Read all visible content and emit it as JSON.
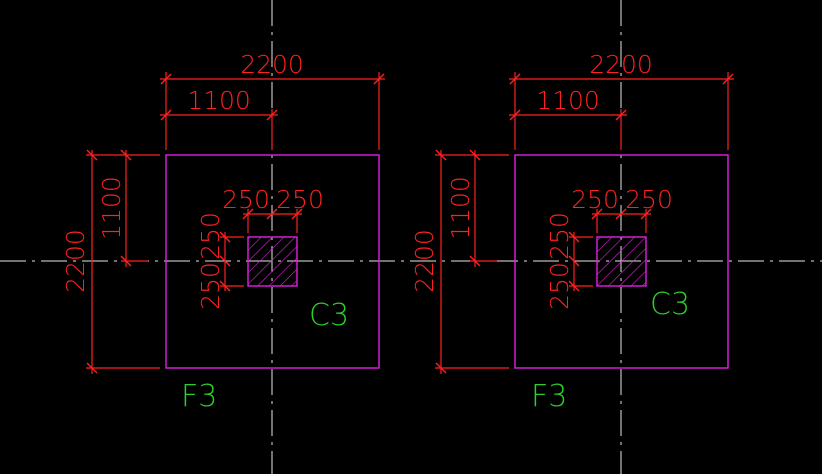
{
  "colors": {
    "background": "#000000",
    "dimension": "#ff2020",
    "outline": "#e020e0",
    "label": "#2bd02b",
    "axis": "#e6e6e6"
  },
  "footings": [
    {
      "footing_label": "F3",
      "column_label": "C3",
      "dim_total_width": "2200",
      "dim_half_width": "1100",
      "dim_total_height": "2200",
      "dim_half_height": "1100",
      "dim_col_left": "250",
      "dim_col_right": "250",
      "dim_col_top": "250",
      "dim_col_bottom": "250"
    },
    {
      "footing_label": "F3",
      "column_label": "C3",
      "dim_total_width": "2200",
      "dim_half_width": "1100",
      "dim_total_height": "2200",
      "dim_half_height": "1100",
      "dim_col_left": "250",
      "dim_col_right": "250",
      "dim_col_top": "250",
      "dim_col_bottom": "250"
    }
  ]
}
